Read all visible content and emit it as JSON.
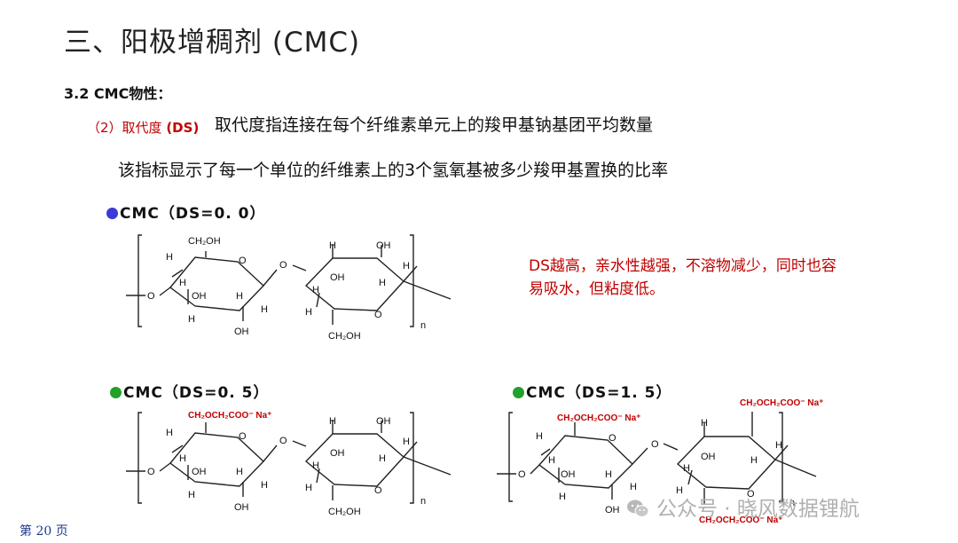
{
  "slide": {
    "title": "三、阳极增稠剂 (CMC)",
    "section": "3.2 CMC物性：",
    "ds_label_prefix": "（2）取代度",
    "ds_label_code": "(DS)",
    "ds_definition_1": "取代度指连接在每个纤维素单元上的羧甲基钠基团平均数量",
    "ds_definition_2": "该指标显示了每一个单位的纤维素上的3个氢氧基被多少羧甲基置换的比率",
    "note": "DS越高，亲水性越强，不溶物减少，同时也容易吸水，但粘度低。",
    "page_number": "第 20 页"
  },
  "structures": [
    {
      "label": "CMC（DS=0. 0）",
      "dot_color": "#3b3bd6"
    },
    {
      "label": "CMC（DS=0. 5）",
      "dot_color": "#22a02a"
    },
    {
      "label": "CMC（DS=1. 5）",
      "dot_color": "#22a02a"
    }
  ],
  "chem": {
    "H": "H",
    "O": "O",
    "OH": "OH",
    "n": "n",
    "CH2OH": "CH₂OH",
    "substituent": "CH₂OCH₂COO⁻ Na⁺"
  },
  "watermark": "公众号 · 晓风数据锂航",
  "colors": {
    "accent_red": "#c00000",
    "dot_blue": "#3b3bd6",
    "dot_green": "#22a02a"
  }
}
